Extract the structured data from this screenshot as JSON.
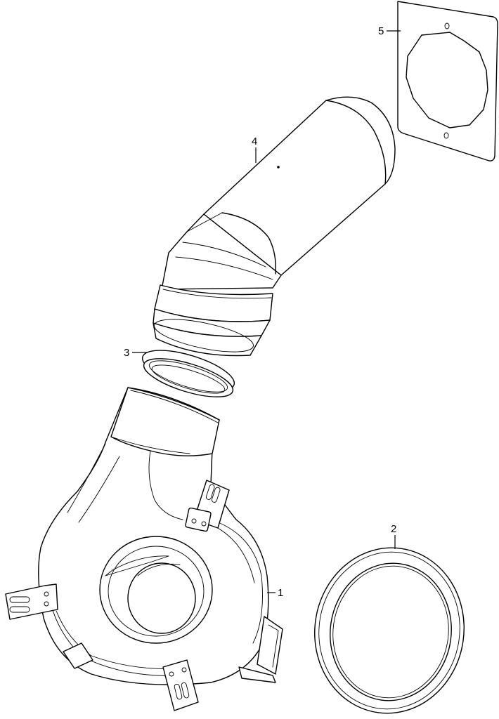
{
  "diagram": {
    "callouts": [
      {
        "id": "1",
        "label": "1"
      },
      {
        "id": "2",
        "label": "2"
      },
      {
        "id": "3",
        "label": "3"
      },
      {
        "id": "4",
        "label": "4"
      },
      {
        "id": "5",
        "label": "5"
      }
    ],
    "parts": [
      "blower-housing",
      "seal-ring",
      "hose-clamp-ring",
      "exhaust-elbow-duct",
      "wall-plate"
    ]
  }
}
